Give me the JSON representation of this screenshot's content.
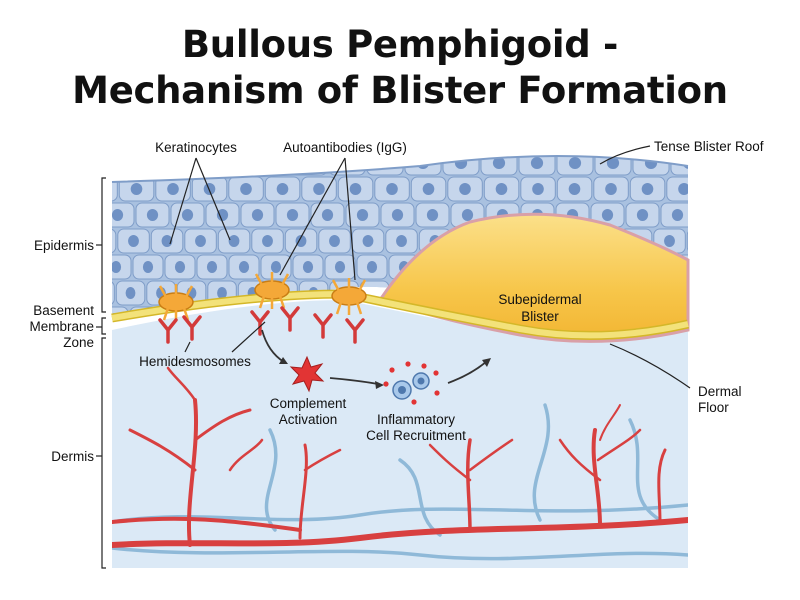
{
  "title": {
    "line1": "Bullous Pemphigoid -",
    "line2": "Mechanism of Blister Formation"
  },
  "layers": {
    "epidermis": "Epidermis",
    "bmz_line1": "Basement",
    "bmz_line2": "Membrane",
    "bmz_line3": "Zone",
    "dermis": "Dermis"
  },
  "labels": {
    "keratinocytes": "Keratinocytes",
    "autoantibodies": "Autoantibodies (IgG)",
    "tense_blister_roof": "Tense Blister Roof",
    "subepidermal_line1": "Subepidermal",
    "subepidermal_line2": "Blister",
    "hemidesmosomes": "Hemidesmosomes",
    "complement_line1": "Complement",
    "complement_line2": "Activation",
    "inflammatory_line1": "Inflammatory",
    "inflammatory_line2": "Cell Recruitment",
    "dermal_floor_line1": "Dermal",
    "dermal_floor_line2": "Floor"
  },
  "colors": {
    "epidermis_fill": "#a9c1e0",
    "cell_fill": "#c6d6ec",
    "nucleus_fill": "#6f91c4",
    "blister_fill": "#f7c64a",
    "basement_membrane": "#f3e27a",
    "dermis_fill": "#dbe9f6",
    "blood_vessel": "#d84040",
    "lymph_vessel": "#8fb9d8",
    "complement_star": "#e23434",
    "antibody": "#d33a3a",
    "hemidesmosome": "#f4a838"
  },
  "icons": {
    "complement": "complement-star-icon",
    "inflammatory_cells": "inflammatory-cells-icon",
    "antibody": "antibody-icon",
    "hemidesmosome": "hemidesmosome-icon"
  }
}
